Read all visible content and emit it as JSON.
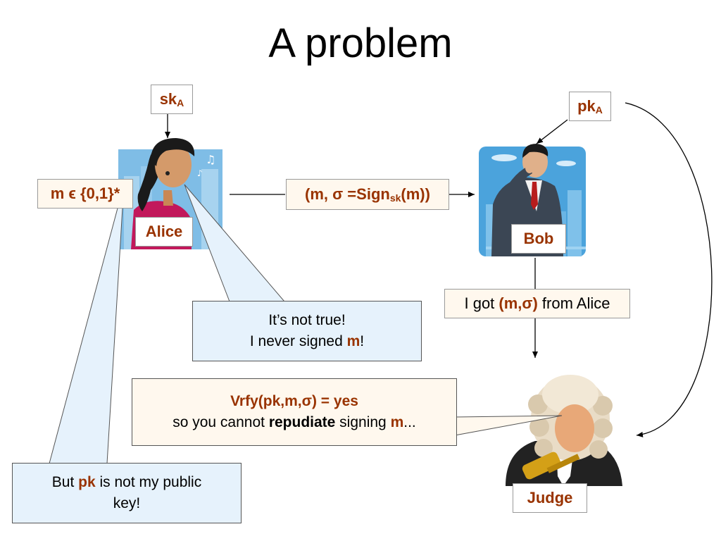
{
  "title": "A problem",
  "alice": {
    "key_base": "sk",
    "key_sub": "A",
    "message_space": "m ϵ {0,1}*",
    "name": "Alice"
  },
  "bob": {
    "key_base": "pk",
    "key_sub": "A",
    "name": "Bob",
    "claim": {
      "before": "I got ",
      "highlight": "(m,σ)",
      "after": " from Alice"
    }
  },
  "transmission": {
    "open": "(m, σ =Sign",
    "sub": "sk",
    "close": "(m))"
  },
  "alice_reply": {
    "line1": "It’s not true!",
    "line2_before": "I never signed ",
    "line2_highlight": "m",
    "line2_after": "!"
  },
  "judge": {
    "name": "Judge",
    "verdict_line1": "Vrfy(pk,m,σ) = yes",
    "verdict_before": "so you cannot ",
    "verdict_bold": "repudiate",
    "verdict_middle": " signing ",
    "verdict_highlight": "m",
    "verdict_after": "..."
  },
  "alice_objection": {
    "before": "But ",
    "highlight": "pk",
    "after": " is not my public",
    "line2": "key!"
  },
  "colors": {
    "highlight": "#993300",
    "bubble_fill": "#e6f2fc",
    "cream_fill": "#fff8ee",
    "picture_blue": "#7fbde6"
  }
}
